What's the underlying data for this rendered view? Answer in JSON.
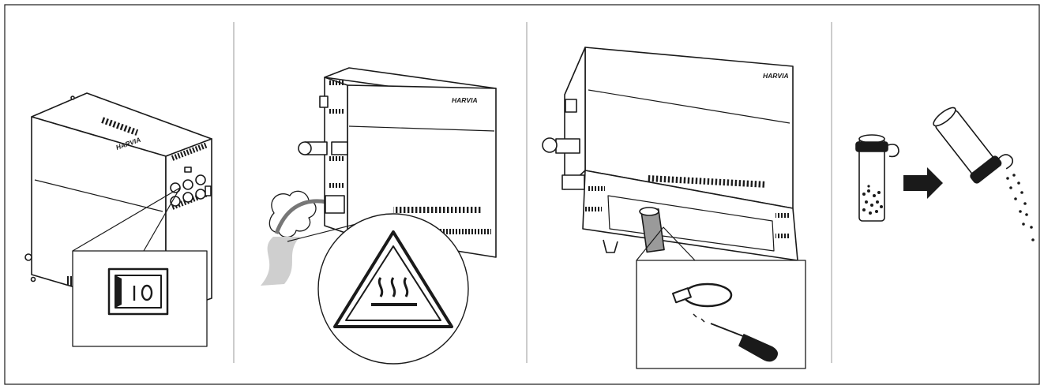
{
  "brand": {
    "logo_text": "HARVIA"
  },
  "panels": [
    {
      "id": "panel-1",
      "depicts": "switch-off"
    },
    {
      "id": "panel-2",
      "depicts": "hot-surface-warning"
    },
    {
      "id": "panel-3",
      "depicts": "loosen-hose-clamp"
    },
    {
      "id": "panel-4",
      "depicts": "empty-filter"
    }
  ],
  "icons": {
    "warning": "hot-surface-warning-icon",
    "arrow": "right-arrow-icon",
    "tool": "screwdriver-icon"
  },
  "colors": {
    "line": "#1a1a1a",
    "divider": "#9a9a9a",
    "steam": "#cfcfcf",
    "hose": "#777777"
  }
}
